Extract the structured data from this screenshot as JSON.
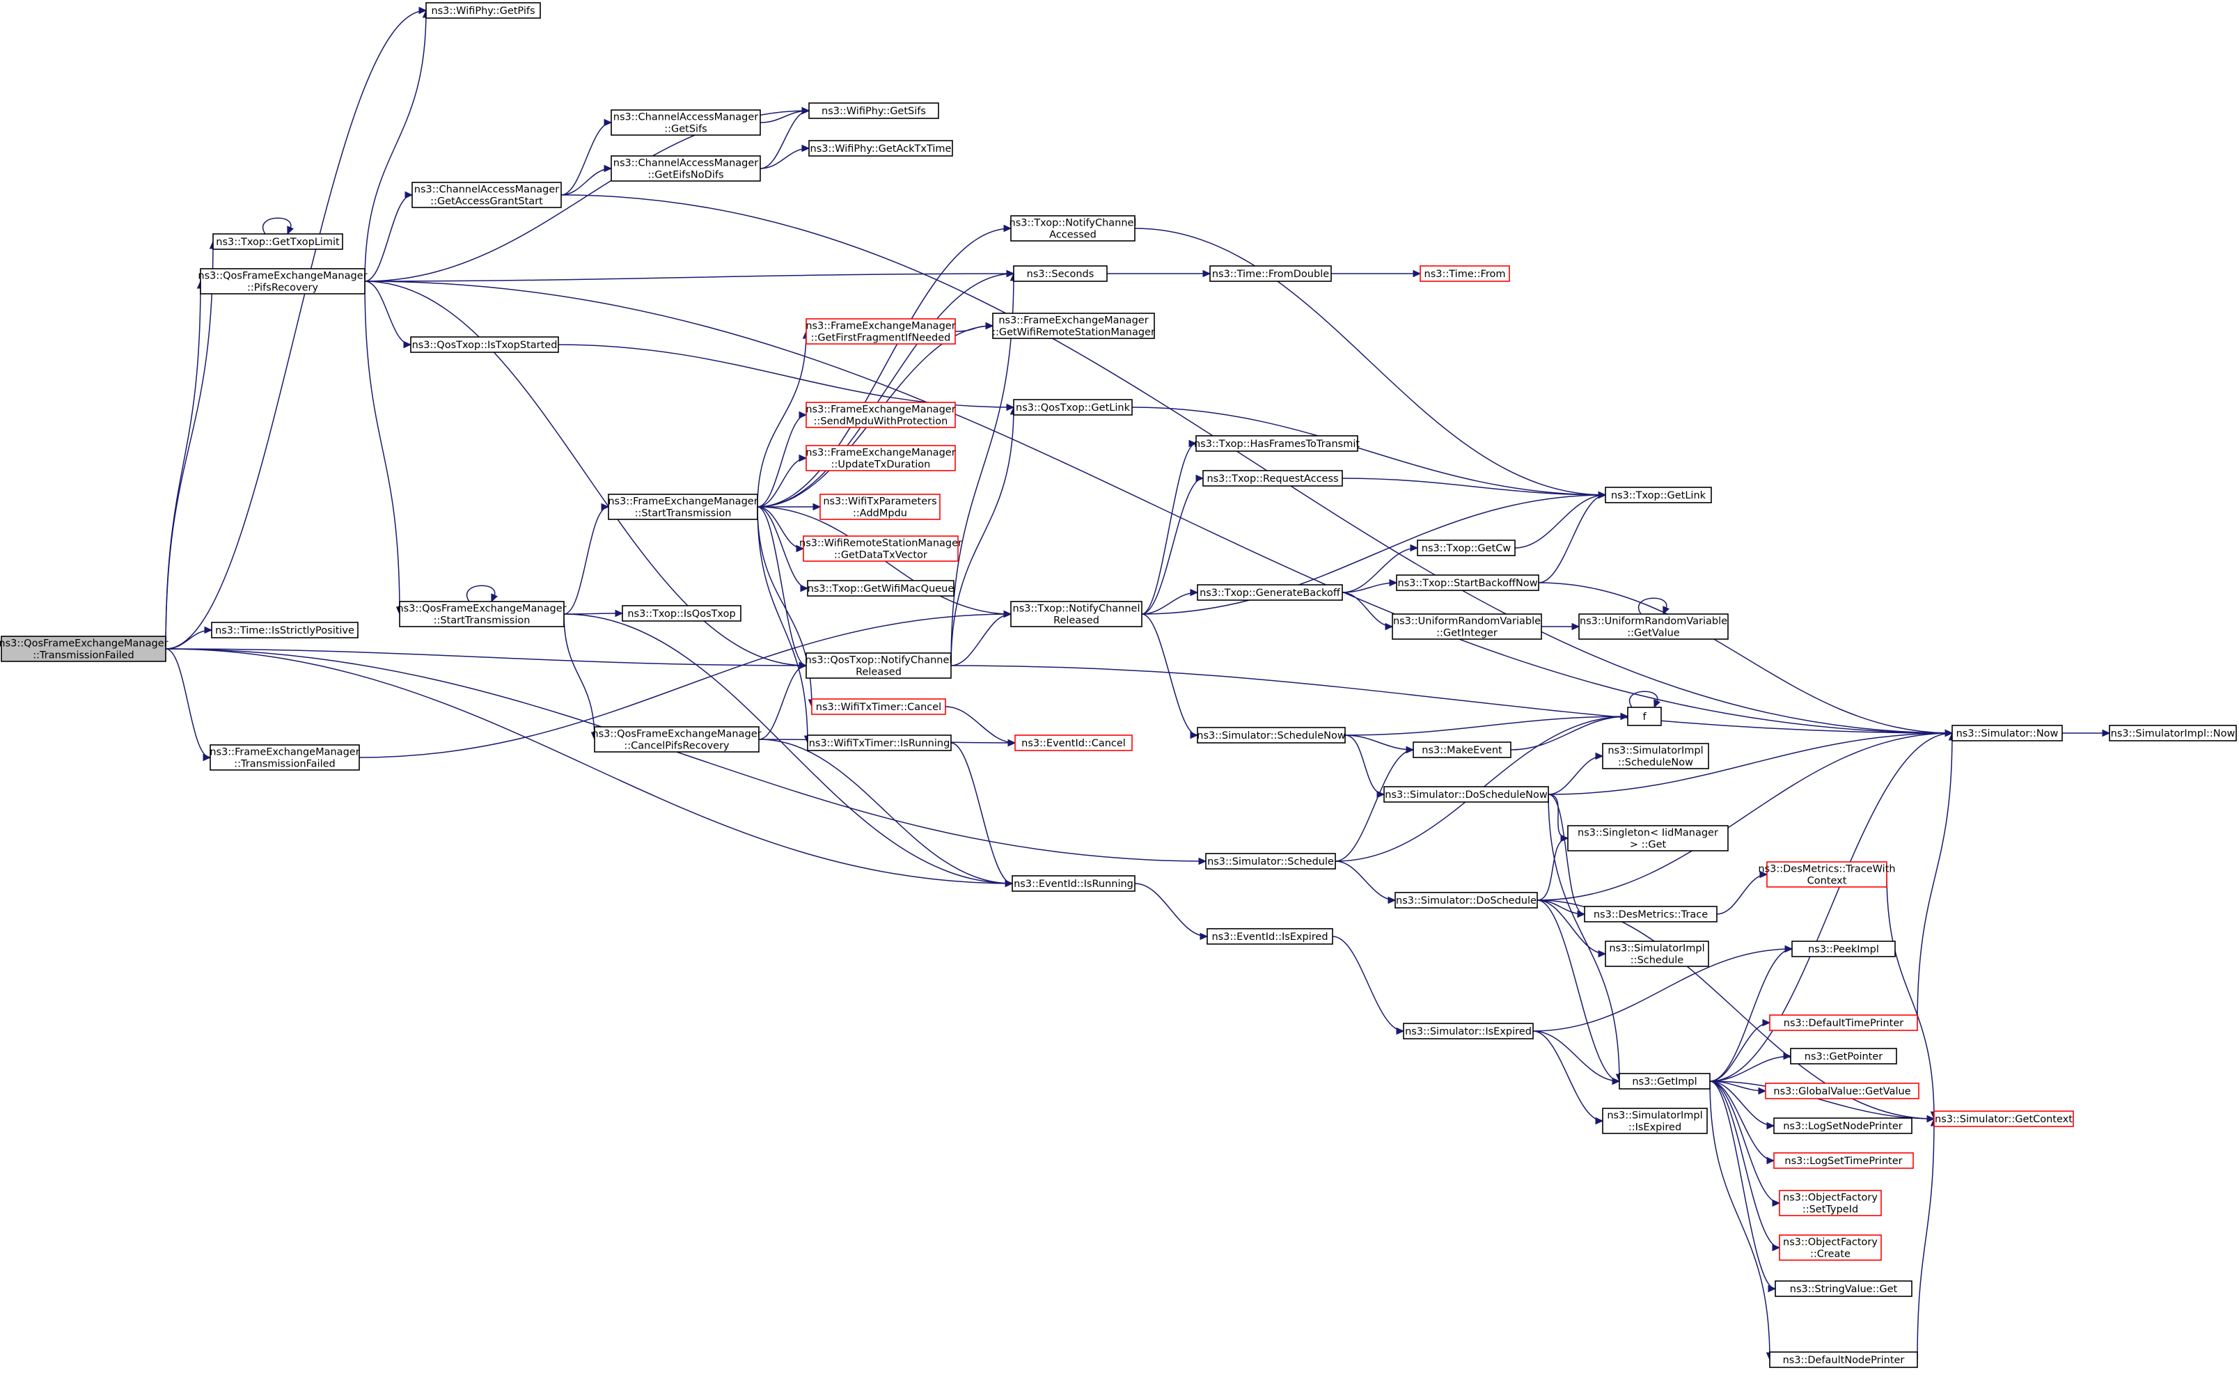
{
  "graph": {
    "nodes": [
      {
        "id": "root",
        "lines": [
          "ns3::QosFrameExchangeManager",
          "::TransmissionFailed"
        ],
        "style": "root"
      },
      {
        "id": "wifiphy_getpifs",
        "lines": [
          "ns3::WifiPhy::GetPifs"
        ]
      },
      {
        "id": "wifiphy_getsifs",
        "lines": [
          "ns3::WifiPhy::GetSifs"
        ]
      },
      {
        "id": "cam_getsifs",
        "lines": [
          "ns3::ChannelAccessManager",
          "::GetSifs"
        ]
      },
      {
        "id": "cam_geteifsnodifs",
        "lines": [
          "ns3::ChannelAccessManager",
          "::GetEifsNoDifs"
        ]
      },
      {
        "id": "wifiphy_getacktxtime",
        "lines": [
          "ns3::WifiPhy::GetAckTxTime"
        ]
      },
      {
        "id": "cam_getaccessgrantstart",
        "lines": [
          "ns3::ChannelAccessManager",
          "::GetAccessGrantStart"
        ]
      },
      {
        "id": "txop_gettxoplimit",
        "lines": [
          "ns3::Txop::GetTxopLimit"
        ]
      },
      {
        "id": "qfem_pifsrecovery",
        "lines": [
          "ns3::QosFrameExchangeManager",
          "::PifsRecovery"
        ]
      },
      {
        "id": "txop_notifychannelaccessed",
        "lines": [
          "ns3::Txop::NotifyChannel",
          "Accessed"
        ]
      },
      {
        "id": "seconds",
        "lines": [
          "ns3::Seconds"
        ]
      },
      {
        "id": "time_fromdouble",
        "lines": [
          "ns3::Time::FromDouble"
        ]
      },
      {
        "id": "time_from",
        "lines": [
          "ns3::Time::From"
        ],
        "style": "red"
      },
      {
        "id": "fem_getfirstfragmentifneeded",
        "lines": [
          "ns3::FrameExchangeManager",
          "::GetFirstFragmentIfNeeded"
        ],
        "style": "red"
      },
      {
        "id": "fem_getwifiremotestationmanager",
        "lines": [
          "ns3::FrameExchangeManager",
          "::GetWifiRemoteStationManager"
        ]
      },
      {
        "id": "qostxop_istxopstarted",
        "lines": [
          "ns3::QosTxop::IsTxopStarted"
        ]
      },
      {
        "id": "qostxop_getlink",
        "lines": [
          "ns3::QosTxop::GetLink"
        ]
      },
      {
        "id": "fem_sendmpduwithprotection",
        "lines": [
          "ns3::FrameExchangeManager",
          "::SendMpduWithProtection"
        ],
        "style": "red"
      },
      {
        "id": "txop_hasframestotransmit",
        "lines": [
          "ns3::Txop::HasFramesToTransmit"
        ]
      },
      {
        "id": "fem_updatetxduration",
        "lines": [
          "ns3::FrameExchangeManager",
          "::UpdateTxDuration"
        ],
        "style": "red"
      },
      {
        "id": "txop_requestaccess",
        "lines": [
          "ns3::Txop::RequestAccess"
        ]
      },
      {
        "id": "txop_getlink",
        "lines": [
          "ns3::Txop::GetLink"
        ]
      },
      {
        "id": "fem_starttransmission",
        "lines": [
          "ns3::FrameExchangeManager",
          "::StartTransmission"
        ]
      },
      {
        "id": "wifitxparameters_addmpdu",
        "lines": [
          "ns3::WifiTxParameters",
          "::AddMpdu"
        ],
        "style": "red"
      },
      {
        "id": "wrsm_getdatatxvector",
        "lines": [
          "ns3::WifiRemoteStationManager",
          "::GetDataTxVector"
        ],
        "style": "red"
      },
      {
        "id": "txop_getcw",
        "lines": [
          "ns3::Txop::GetCw"
        ]
      },
      {
        "id": "txop_getwifimacqueue",
        "lines": [
          "ns3::Txop::GetWifiMacQueue"
        ]
      },
      {
        "id": "txop_startbackoffnow",
        "lines": [
          "ns3::Txop::StartBackoffNow"
        ]
      },
      {
        "id": "txop_generatebackoff",
        "lines": [
          "ns3::Txop::GenerateBackoff"
        ]
      },
      {
        "id": "qfem_starttransmission",
        "lines": [
          "ns3::QosFrameExchangeManager",
          "::StartTransmission"
        ]
      },
      {
        "id": "qostxop_isqostxop",
        "lines": [
          "ns3::Txop::IsQosTxop"
        ]
      },
      {
        "id": "txop_notifychannelreleased",
        "lines": [
          "ns3::Txop::NotifyChannel",
          "Released"
        ]
      },
      {
        "id": "urv_getinteger",
        "lines": [
          "ns3::UniformRandomVariable",
          "::GetInteger"
        ]
      },
      {
        "id": "urv_getvalue",
        "lines": [
          "ns3::UniformRandomVariable",
          "::GetValue"
        ]
      },
      {
        "id": "time_isstrictlypositive",
        "lines": [
          "ns3::Time::IsStrictlyPositive"
        ]
      },
      {
        "id": "qostxop_notifychannelreleased",
        "lines": [
          "ns3::QosTxop::NotifyChannel",
          "Released"
        ]
      },
      {
        "id": "wifitxtimer_cancel",
        "lines": [
          "ns3::WifiTxTimer::Cancel"
        ],
        "style": "red"
      },
      {
        "id": "f",
        "lines": [
          "f"
        ]
      },
      {
        "id": "simulator_schedulenow",
        "lines": [
          "ns3::Simulator::ScheduleNow"
        ]
      },
      {
        "id": "simulator_now",
        "lines": [
          "ns3::Simulator::Now"
        ]
      },
      {
        "id": "simulatorimpl_now",
        "lines": [
          "ns3::SimulatorImpl::Now"
        ]
      },
      {
        "id": "qfem_cancelpifsrecovery",
        "lines": [
          "ns3::QosFrameExchangeManager",
          "::CancelPifsRecovery"
        ]
      },
      {
        "id": "eventid_cancel",
        "lines": [
          "ns3::EventId::Cancel"
        ],
        "style": "red"
      },
      {
        "id": "wifitxtimer_isrunning",
        "lines": [
          "ns3::WifiTxTimer::IsRunning"
        ]
      },
      {
        "id": "makeevent",
        "lines": [
          "ns3::MakeEvent"
        ]
      },
      {
        "id": "simulatorimpl_schedulenow",
        "lines": [
          "ns3::SimulatorImpl",
          "::ScheduleNow"
        ]
      },
      {
        "id": "fem_transmissionfailed",
        "lines": [
          "ns3::FrameExchangeManager",
          "::TransmissionFailed"
        ]
      },
      {
        "id": "simulator_doschedulenow",
        "lines": [
          "ns3::Simulator::DoScheduleNow"
        ]
      },
      {
        "id": "singleton_get",
        "lines": [
          "ns3::Singleton< IidManager",
          "> ::Get"
        ]
      },
      {
        "id": "desmetrics_tracewithcontext",
        "lines": [
          "ns3::DesMetrics::TraceWith",
          "Context"
        ],
        "style": "red"
      },
      {
        "id": "simulator_schedule",
        "lines": [
          "ns3::Simulator::Schedule"
        ]
      },
      {
        "id": "eventid_isrunning",
        "lines": [
          "ns3::EventId::IsRunning"
        ]
      },
      {
        "id": "simulator_doschedule",
        "lines": [
          "ns3::Simulator::DoSchedule"
        ]
      },
      {
        "id": "desmetrics_trace",
        "lines": [
          "ns3::DesMetrics::Trace"
        ]
      },
      {
        "id": "eventid_isexpired",
        "lines": [
          "ns3::EventId::IsExpired"
        ]
      },
      {
        "id": "simulatorimpl_schedule",
        "lines": [
          "ns3::SimulatorImpl",
          "::Schedule"
        ]
      },
      {
        "id": "peekimpl",
        "lines": [
          "ns3::PeekImpl"
        ]
      },
      {
        "id": "defaulttimeprinter",
        "lines": [
          "ns3::DefaultTimePrinter"
        ],
        "style": "red"
      },
      {
        "id": "simulator_isexpired",
        "lines": [
          "ns3::Simulator::IsExpired"
        ]
      },
      {
        "id": "getpointer",
        "lines": [
          "ns3::GetPointer"
        ]
      },
      {
        "id": "getimpl",
        "lines": [
          "ns3::GetImpl"
        ]
      },
      {
        "id": "globalvalue_getvalue",
        "lines": [
          "ns3::GlobalValue::GetValue"
        ],
        "style": "red"
      },
      {
        "id": "simulator_getcontext",
        "lines": [
          "ns3::Simulator::GetContext"
        ],
        "style": "red"
      },
      {
        "id": "simulatorimpl_isexpired",
        "lines": [
          "ns3::SimulatorImpl",
          "::IsExpired"
        ]
      },
      {
        "id": "logsetnodeprinter",
        "lines": [
          "ns3::LogSetNodePrinter"
        ]
      },
      {
        "id": "logsettimeprinter",
        "lines": [
          "ns3::LogSetTimePrinter"
        ],
        "style": "red"
      },
      {
        "id": "objectfactory_settypeid",
        "lines": [
          "ns3::ObjectFactory",
          "::SetTypeId"
        ],
        "style": "red"
      },
      {
        "id": "objectfactory_create",
        "lines": [
          "ns3::ObjectFactory",
          "::Create"
        ],
        "style": "red"
      },
      {
        "id": "stringvalue_get",
        "lines": [
          "ns3::StringValue::Get"
        ]
      },
      {
        "id": "defaultnodeprinter",
        "lines": [
          "ns3::DefaultNodePrinter"
        ]
      }
    ],
    "edges": [
      [
        "root",
        "wifiphy_getpifs"
      ],
      [
        "root",
        "txop_gettxoplimit"
      ],
      [
        "root",
        "qfem_pifsrecovery"
      ],
      [
        "root",
        "time_isstrictlypositive"
      ],
      [
        "root",
        "qostxop_notifychannelreleased"
      ],
      [
        "root",
        "fem_transmissionfailed"
      ],
      [
        "root",
        "eventid_isrunning"
      ],
      [
        "root",
        "simulator_schedule"
      ],
      [
        "qfem_pifsrecovery",
        "wifiphy_getpifs"
      ],
      [
        "qfem_pifsrecovery",
        "wifiphy_getsifs"
      ],
      [
        "qfem_pifsrecovery",
        "simulator_now"
      ],
      [
        "qfem_pifsrecovery",
        "cam_getaccessgrantstart"
      ],
      [
        "qfem_pifsrecovery",
        "seconds"
      ],
      [
        "qfem_pifsrecovery",
        "qostxop_istxopstarted"
      ],
      [
        "qfem_pifsrecovery",
        "qfem_starttransmission"
      ],
      [
        "qfem_pifsrecovery",
        "qostxop_notifychannelreleased"
      ],
      [
        "txop_gettxoplimit",
        "txop_gettxoplimit"
      ],
      [
        "cam_getaccessgrantstart",
        "cam_getsifs"
      ],
      [
        "cam_getaccessgrantstart",
        "cam_geteifsnodifs"
      ],
      [
        "cam_getaccessgrantstart",
        "simulator_now"
      ],
      [
        "cam_getsifs",
        "wifiphy_getsifs"
      ],
      [
        "cam_geteifsnodifs",
        "wifiphy_getsifs"
      ],
      [
        "cam_geteifsnodifs",
        "wifiphy_getacktxtime"
      ],
      [
        "qfem_starttransmission",
        "fem_starttransmission"
      ],
      [
        "qfem_starttransmission",
        "qostxop_isqostxop"
      ],
      [
        "qfem_starttransmission",
        "qfem_starttransmission"
      ],
      [
        "qfem_starttransmission",
        "qfem_cancelpifsrecovery"
      ],
      [
        "qfem_starttransmission",
        "eventid_isrunning"
      ],
      [
        "fem_starttransmission",
        "txop_notifychannelaccessed"
      ],
      [
        "fem_starttransmission",
        "seconds"
      ],
      [
        "fem_starttransmission",
        "fem_getwifiremotestationmanager"
      ],
      [
        "fem_starttransmission",
        "fem_getfirstfragmentifneeded"
      ],
      [
        "fem_starttransmission",
        "fem_sendmpduwithprotection"
      ],
      [
        "fem_starttransmission",
        "fem_updatetxduration"
      ],
      [
        "fem_starttransmission",
        "wifitxparameters_addmpdu"
      ],
      [
        "fem_starttransmission",
        "wrsm_getdatatxvector"
      ],
      [
        "fem_starttransmission",
        "txop_getwifimacqueue"
      ],
      [
        "fem_starttransmission",
        "txop_notifychannelreleased"
      ],
      [
        "fem_starttransmission",
        "qostxop_notifychannelreleased"
      ],
      [
        "fem_starttransmission",
        "wifitxtimer_cancel"
      ],
      [
        "fem_starttransmission",
        "wifitxtimer_isrunning"
      ],
      [
        "fem_getfirstfragmentifneeded",
        "fem_getwifiremotestationmanager"
      ],
      [
        "qostxop_istxopstarted",
        "qostxop_getlink"
      ],
      [
        "qostxop_notifychannelreleased",
        "txop_notifychannelreleased"
      ],
      [
        "qostxop_notifychannelreleased",
        "qostxop_getlink"
      ],
      [
        "qostxop_notifychannelreleased",
        "seconds"
      ],
      [
        "qostxop_notifychannelreleased",
        "simulator_now"
      ],
      [
        "txop_notifychannelaccessed",
        "txop_getlink"
      ],
      [
        "seconds",
        "time_fromdouble"
      ],
      [
        "time_fromdouble",
        "time_from"
      ],
      [
        "qostxop_getlink",
        "txop_getlink"
      ],
      [
        "txop_notifychannelreleased",
        "txop_hasframestotransmit"
      ],
      [
        "txop_notifychannelreleased",
        "txop_requestaccess"
      ],
      [
        "txop_notifychannelreleased",
        "txop_getlink"
      ],
      [
        "txop_notifychannelreleased",
        "txop_generatebackoff"
      ],
      [
        "txop_notifychannelreleased",
        "simulator_schedulenow"
      ],
      [
        "txop_requestaccess",
        "txop_getlink"
      ],
      [
        "txop_generatebackoff",
        "txop_getcw"
      ],
      [
        "txop_generatebackoff",
        "txop_startbackoffnow"
      ],
      [
        "txop_generatebackoff",
        "urv_getinteger"
      ],
      [
        "txop_getcw",
        "txop_getlink"
      ],
      [
        "txop_startbackoffnow",
        "txop_getlink"
      ],
      [
        "txop_startbackoffnow",
        "simulator_now"
      ],
      [
        "urv_getinteger",
        "urv_getvalue"
      ],
      [
        "urv_getvalue",
        "urv_getvalue"
      ],
      [
        "qfem_cancelpifsrecovery",
        "qostxop_notifychannelreleased"
      ],
      [
        "qfem_cancelpifsrecovery",
        "eventid_cancel"
      ],
      [
        "qfem_cancelpifsrecovery",
        "eventid_isrunning"
      ],
      [
        "wifitxtimer_cancel",
        "eventid_cancel"
      ],
      [
        "wifitxtimer_isrunning",
        "eventid_isrunning"
      ],
      [
        "fem_transmissionfailed",
        "txop_notifychannelreleased"
      ],
      [
        "eventid_isrunning",
        "eventid_isexpired"
      ],
      [
        "eventid_isexpired",
        "simulator_isexpired"
      ],
      [
        "simulator_schedulenow",
        "f"
      ],
      [
        "simulator_schedulenow",
        "makeevent"
      ],
      [
        "simulator_schedulenow",
        "simulator_doschedulenow"
      ],
      [
        "makeevent",
        "f"
      ],
      [
        "f",
        "f"
      ],
      [
        "simulator_schedule",
        "makeevent"
      ],
      [
        "simulator_schedule",
        "f"
      ],
      [
        "simulator_schedule",
        "simulator_doschedule"
      ],
      [
        "simulator_doschedulenow",
        "simulatorimpl_schedulenow"
      ],
      [
        "simulator_doschedulenow",
        "simulator_now"
      ],
      [
        "simulator_doschedulenow",
        "singleton_get"
      ],
      [
        "simulator_doschedulenow",
        "desmetrics_trace"
      ],
      [
        "simulator_doschedulenow",
        "getimpl"
      ],
      [
        "simulator_doschedule",
        "simulator_now"
      ],
      [
        "simulator_doschedule",
        "singleton_get"
      ],
      [
        "simulator_doschedule",
        "desmetrics_trace"
      ],
      [
        "simulator_doschedule",
        "simulatorimpl_schedule"
      ],
      [
        "simulator_doschedule",
        "getimpl"
      ],
      [
        "simulator_doschedule",
        "simulator_getcontext"
      ],
      [
        "desmetrics_trace",
        "desmetrics_tracewithcontext"
      ],
      [
        "desmetrics_tracewithcontext",
        "simulator_getcontext"
      ],
      [
        "simulator_now",
        "simulatorimpl_now"
      ],
      [
        "simulator_isexpired",
        "peekimpl"
      ],
      [
        "simulator_isexpired",
        "getimpl"
      ],
      [
        "simulator_isexpired",
        "simulatorimpl_isexpired"
      ],
      [
        "getimpl",
        "peekimpl"
      ],
      [
        "getimpl",
        "defaulttimeprinter"
      ],
      [
        "getimpl",
        "getpointer"
      ],
      [
        "getimpl",
        "globalvalue_getvalue"
      ],
      [
        "getimpl",
        "logsetnodeprinter"
      ],
      [
        "getimpl",
        "logsettimeprinter"
      ],
      [
        "getimpl",
        "objectfactory_settypeid"
      ],
      [
        "getimpl",
        "objectfactory_create"
      ],
      [
        "getimpl",
        "stringvalue_get"
      ],
      [
        "getimpl",
        "defaultnodeprinter"
      ],
      [
        "getimpl",
        "simulator_now"
      ],
      [
        "getimpl",
        "simulator_getcontext"
      ],
      [
        "defaulttimeprinter",
        "simulator_now"
      ],
      [
        "defaultnodeprinter",
        "simulator_getcontext"
      ]
    ]
  }
}
